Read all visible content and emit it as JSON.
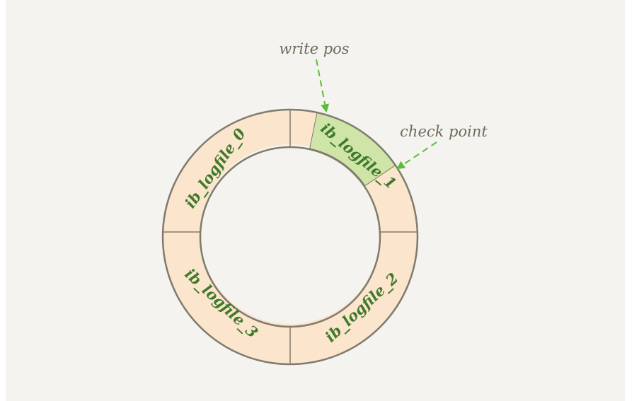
{
  "colors": {
    "background": "#f5f3ef",
    "ring_fill": "#fbe5cc",
    "checkpoint_fill": "#cfe5a8",
    "ring_stroke": "#7f7b6d",
    "label_text": "#3f7a2c",
    "pointer_text": "#6e6b5c",
    "arrow": "#5cbd3a"
  },
  "segments": [
    {
      "label": "ib_logfile_0"
    },
    {
      "label": "ib_logfile_1"
    },
    {
      "label": "ib_logfile_2"
    },
    {
      "label": "ib_logfile_3"
    }
  ],
  "pointers": {
    "write_pos": "write pos",
    "check_point": "check point"
  }
}
